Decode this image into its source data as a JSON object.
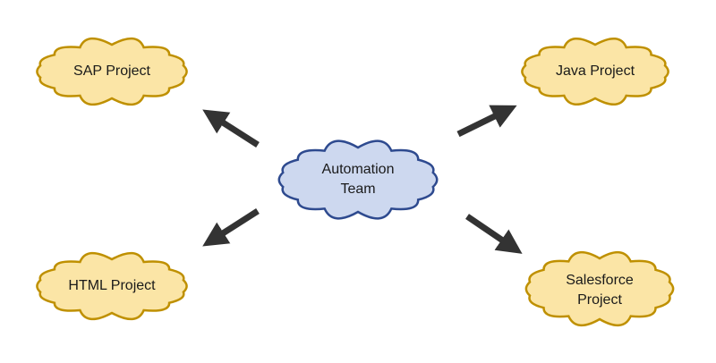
{
  "colors": {
    "center_fill": "#cdd8ef",
    "center_stroke": "#2e4a8f",
    "project_fill": "#fbe5a6",
    "project_stroke": "#bf9000",
    "arrow": "#333333"
  },
  "center": {
    "label": "Automation\nTeam"
  },
  "projects": [
    {
      "label": "SAP Project"
    },
    {
      "label": "Java Project"
    },
    {
      "label": "HTML Project"
    },
    {
      "label": "Salesforce\nProject"
    }
  ]
}
